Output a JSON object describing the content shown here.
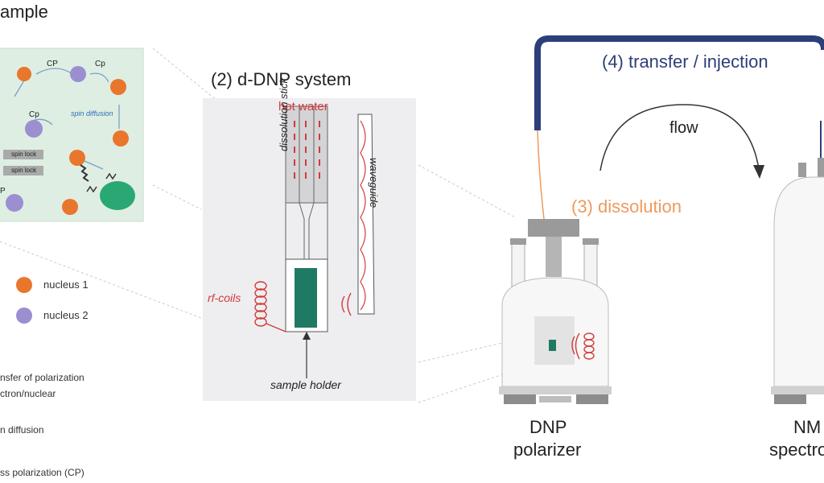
{
  "header": {
    "sample_title": "ample",
    "ddnp_title": "(2)  d-DNP system",
    "transfer_label": "(4) transfer / injection",
    "flow_label": "flow",
    "dissolution_label": "(3) dissolution"
  },
  "sample_panel": {
    "cp_labels": [
      "CP",
      "Cp",
      "Cp",
      "P"
    ],
    "spin_diffusion": "spin diffusion",
    "spin_lock_1": "spin lock",
    "spin_lock_2": "spin lock"
  },
  "legend": {
    "nucleus1": "nucleus 1",
    "nucleus2": "nucleus 2",
    "transfer1": "nsfer of polarization",
    "transfer2": "ctron/nuclear",
    "diffusion": "n diffusion",
    "cp": "ss polarization (CP)"
  },
  "ddnp": {
    "hot_water": "hot water",
    "dissolution_stick": "dissolution stick",
    "waveguide": "waveguide",
    "rf_coils": "rf-coils",
    "sample_holder": "sample holder"
  },
  "devices": {
    "dnp_line1": "DNP",
    "dnp_line2": "polarizer",
    "nmr_line1": "NM",
    "nmr_line2": "spectro"
  },
  "colors": {
    "orange_nucleus": "#e8762c",
    "purple_nucleus": "#9b8fd1",
    "panel_green": "#dfeee2",
    "navy": "#2c3f7a",
    "red": "#d23a3a",
    "sample_green": "#1f7a63",
    "dissolution_orange": "#ef9a5c"
  }
}
